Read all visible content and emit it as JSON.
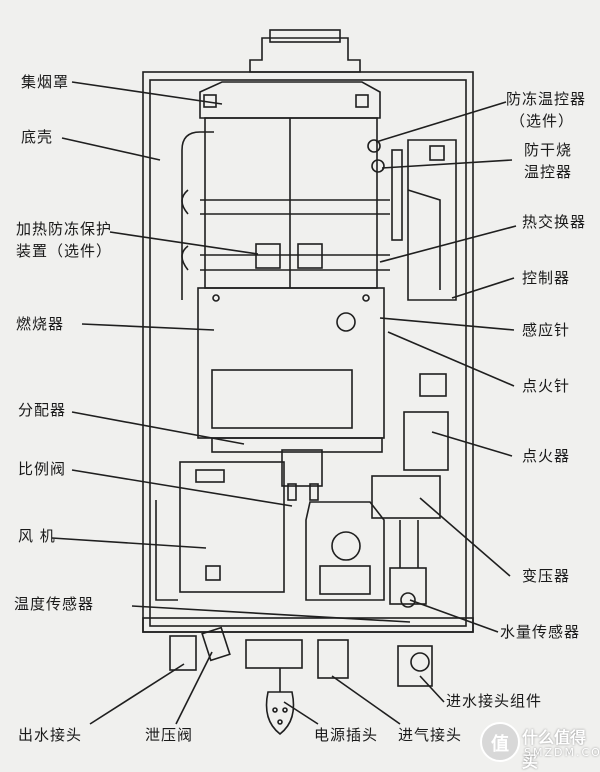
{
  "labels": {
    "smoke_hood": "集烟罩",
    "base_shell": "底壳",
    "heating_antifreeze_line1": "加热防冻保护",
    "heating_antifreeze_line2": "装置（选件）",
    "burner": "燃烧器",
    "distributor": "分配器",
    "proportional_valve": "比例阀",
    "fan": "风 机",
    "temp_sensor": "温度传感器",
    "water_outlet": "出水接头",
    "relief_valve": "泄压阀",
    "power_plug": "电源插头",
    "gas_inlet": "进气接头",
    "water_inlet_assembly": "进水接头组件",
    "water_flow_sensor": "水量传感器",
    "transformer": "变压器",
    "igniter": "点火器",
    "ignition_needle": "点火针",
    "sensing_needle": "感应针",
    "controller": "控制器",
    "heat_exchanger": "热交换器",
    "dry_burn_line1": "防干烧",
    "dry_burn_line2": "温控器",
    "antifreeze_thermo_line1": "防冻温控器",
    "antifreeze_thermo_line2": "（选件）"
  },
  "watermark": {
    "name": "什么值得买",
    "site": "SMZDM.COM",
    "badge_char": "值"
  },
  "colors": {
    "line": "#1f1f1f",
    "paper": "#f0f0ee"
  }
}
